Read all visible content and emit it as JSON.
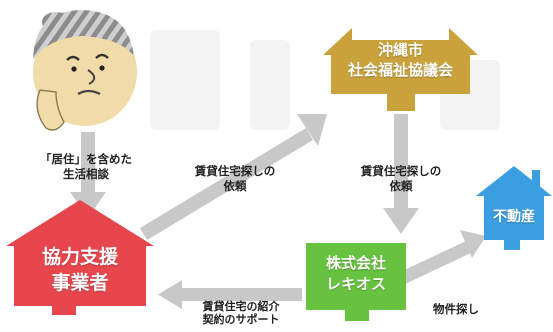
{
  "labels": {
    "consult": [
      "「居住」を含めた",
      "生活相談"
    ],
    "request_left": [
      "賃貸住宅探しの",
      "依頼"
    ],
    "request_right": [
      "賃貸住宅探しの",
      "依頼"
    ],
    "intro": [
      "賃貸住宅の紹介",
      "契約のサポート"
    ],
    "property_search": "物件探し"
  },
  "nodes": {
    "council": [
      "沖縄市",
      "社会福祉協議会"
    ],
    "support_office": [
      "協力支援",
      "事業者"
    ],
    "company": [
      "株式会社",
      "レキオス"
    ],
    "realestate": "不動産"
  },
  "colors": {
    "council": "#c9a23c",
    "support_office": "#e8464d",
    "company": "#67c23f",
    "realestate": "#3a9ee0",
    "arrow": "#c8c8c8"
  }
}
